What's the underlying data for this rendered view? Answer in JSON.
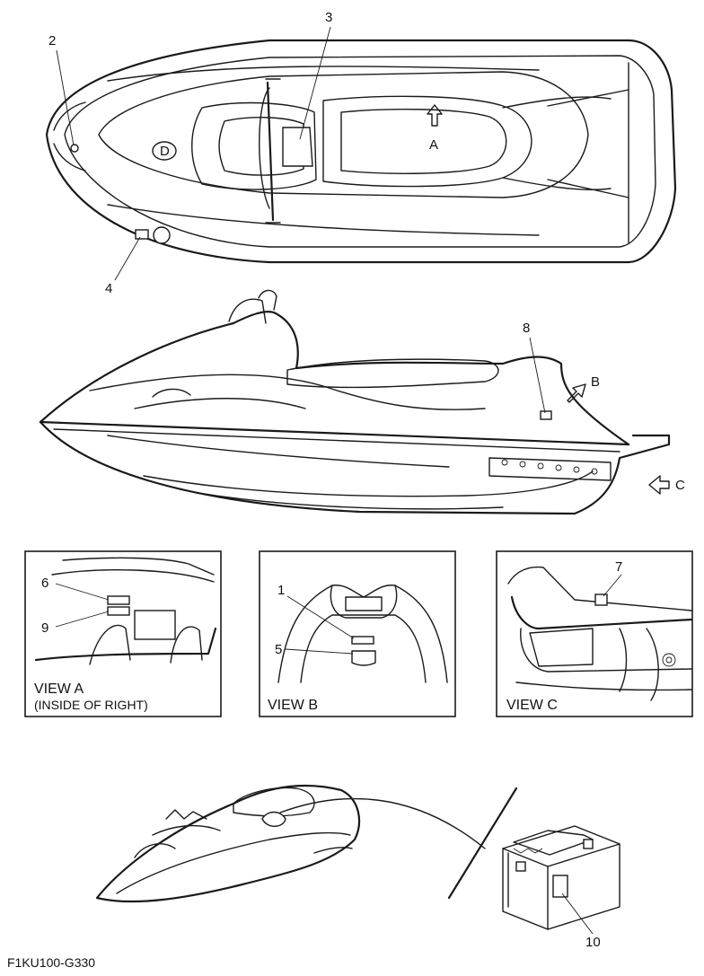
{
  "callouts": {
    "c1": "1",
    "c2": "2",
    "c3": "3",
    "c4": "4",
    "c5": "5",
    "c6": "6",
    "c7": "7",
    "c8": "8",
    "c9": "9",
    "c10": "10"
  },
  "view_markers": {
    "a": "A",
    "b": "B",
    "c": "C"
  },
  "panels": {
    "view_a": {
      "title": "VIEW A",
      "subtitle": "(INSIDE OF RIGHT)"
    },
    "view_b": {
      "title": "VIEW B"
    },
    "view_c": {
      "title": "VIEW C"
    }
  },
  "figure_code": "F1KU100-G330"
}
